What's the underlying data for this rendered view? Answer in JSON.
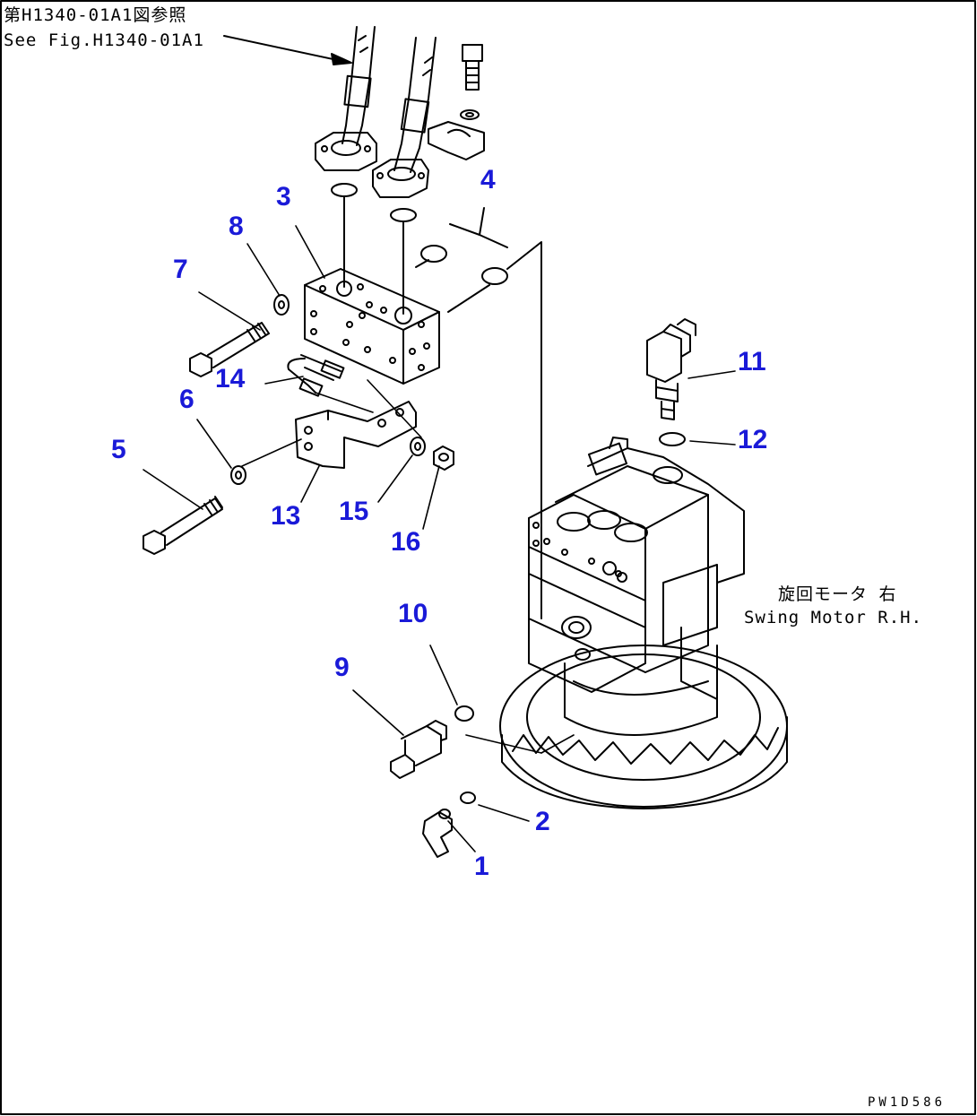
{
  "reference": {
    "jp": "第H1340-01A1図参照",
    "en": "See Fig.H1340-01A1"
  },
  "motor_label": {
    "jp": "旋回モータ 右",
    "en": "Swing Motor R.H."
  },
  "drawing_number": "PW1D586",
  "callouts": {
    "c1": "1",
    "c2": "2",
    "c3": "3",
    "c4": "4",
    "c5": "5",
    "c6": "6",
    "c7": "7",
    "c8": "8",
    "c9": "9",
    "c10": "10",
    "c11": "11",
    "c12": "12",
    "c13": "13",
    "c14": "14",
    "c15": "15",
    "c16": "16"
  },
  "colors": {
    "callout": "#1a1ad8",
    "line": "#000000",
    "border": "#000000"
  }
}
